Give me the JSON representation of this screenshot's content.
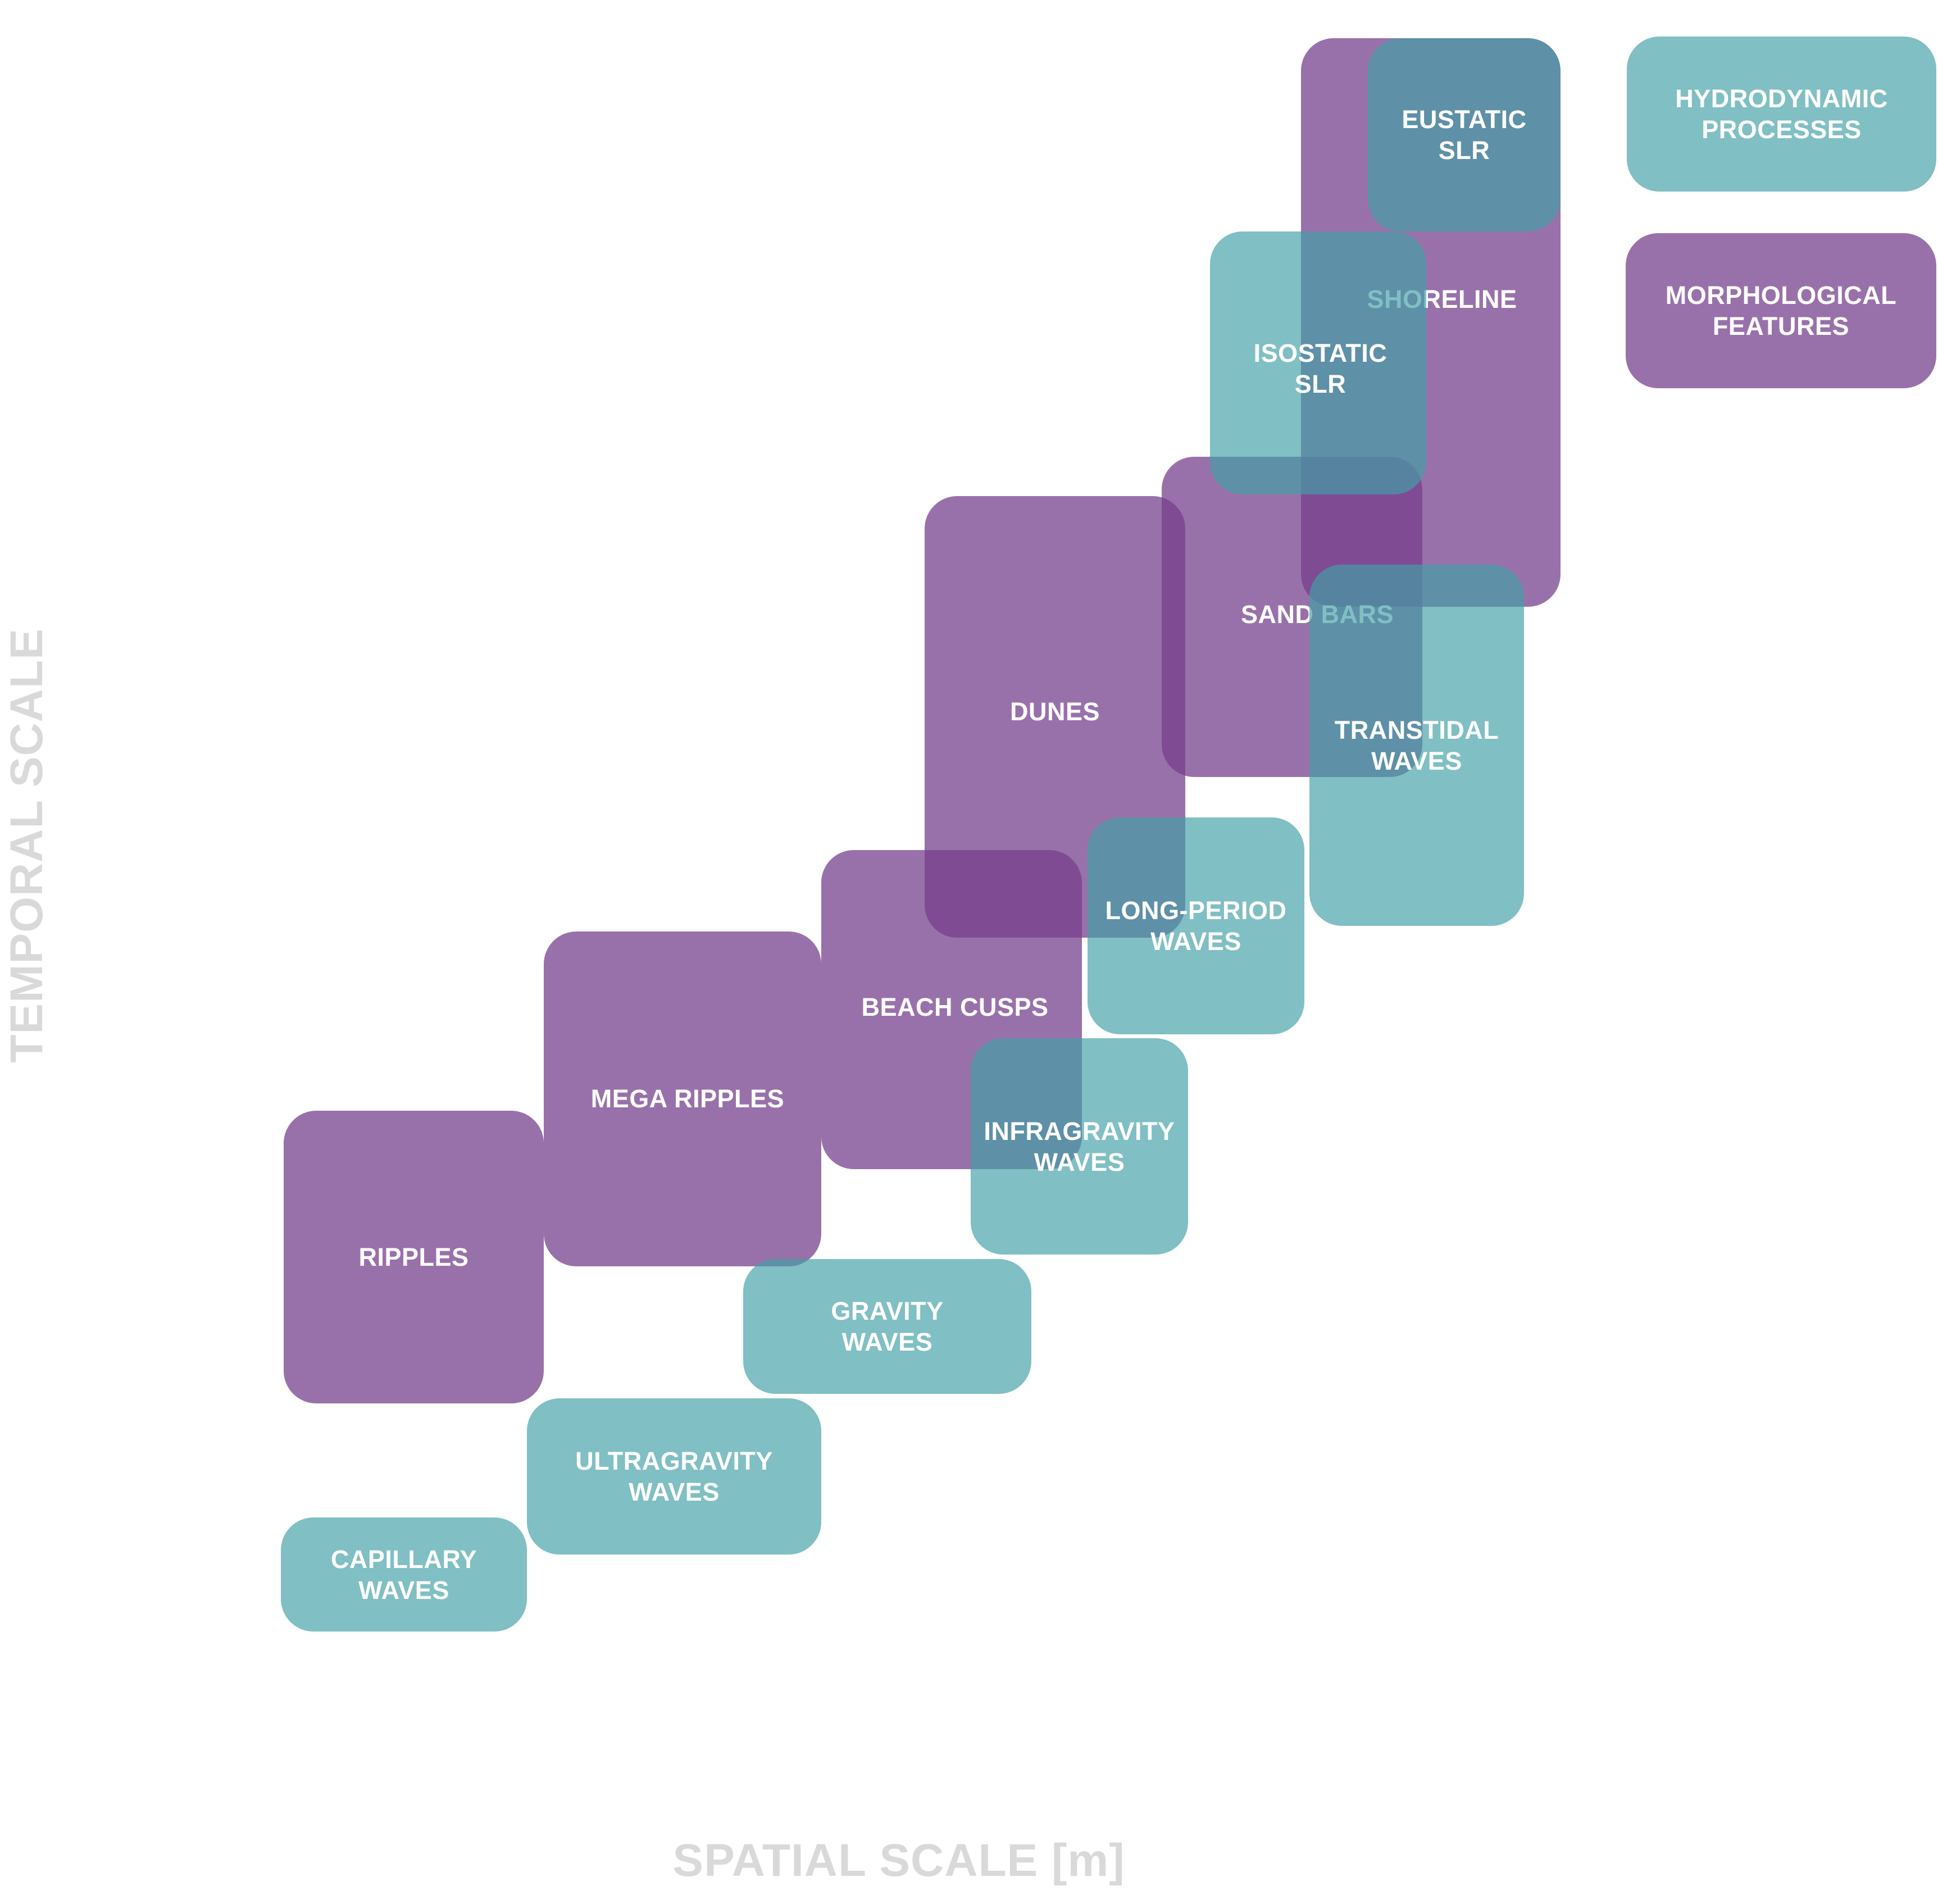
{
  "axes": {
    "x_label": "SPATIAL SCALE [m]",
    "y_label": "TEMPORAL SCALE"
  },
  "colors": {
    "morphological": "#76408c",
    "hydrodynamic": "#41a0a5",
    "axis_label": "#d9d9d9",
    "box_text": "#ffffff"
  },
  "legend": {
    "hydrodynamic": "HYDRODYNAMIC\nPROCESSES",
    "morphological": "MORPHOLOGICAL\nFEATURES"
  },
  "boxes": {
    "dunes": "DUNES",
    "sand_bars": "SAND BARS",
    "shoreline": "SHORELINE",
    "beach_cusps": "BEACH CUSPS",
    "mega_ripples": "MEGA RIPPLES",
    "ripples": "RIPPLES",
    "eustatic_slr": "EUSTATIC\nSLR",
    "isostatic_slr": "ISOSTATIC\nSLR",
    "transtidal_waves": "TRANSTIDAL\nWAVES",
    "long_period_waves": "LONG-PERIOD\nWAVES",
    "infragravity_waves": "INFRAGRAVITY\nWAVES",
    "gravity_waves": "GRAVITY\nWAVES",
    "ultragravity_waves": "ULTRAGRAVITY\nWAVES",
    "capillary_waves": "CAPILLARY\nWAVES"
  }
}
